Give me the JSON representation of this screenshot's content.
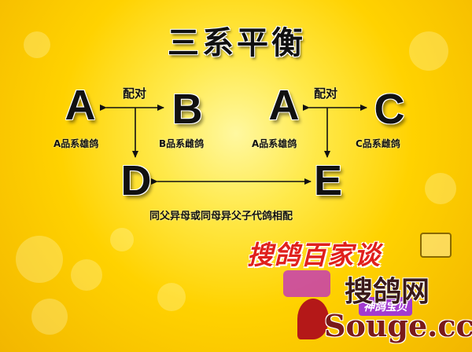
{
  "title": "三系平衡",
  "nodes": {
    "a_left": {
      "letter": "A",
      "caption": "A品系雄鸽"
    },
    "b": {
      "letter": "B",
      "caption": "B品系雌鸽"
    },
    "a_right": {
      "letter": "A",
      "caption": "A品系雄鸽"
    },
    "c": {
      "letter": "C",
      "caption": "C品系雌鸽"
    },
    "d": {
      "letter": "D"
    },
    "e": {
      "letter": "E"
    }
  },
  "pair_labels": {
    "left": "配对",
    "right": "配对"
  },
  "bottom_note": "同父异母或同母异父子代鸽相配",
  "logo": {
    "line1": "搜鸽百家谈",
    "sub": "神鸽宝贝"
  },
  "watermark": {
    "cn": "搜鸽网",
    "en": "Souge.cc"
  },
  "colors": {
    "background": "#ffd200",
    "text": "#111111",
    "logo_red": "#e0201c",
    "logo_purple": "#a23bd0"
  }
}
